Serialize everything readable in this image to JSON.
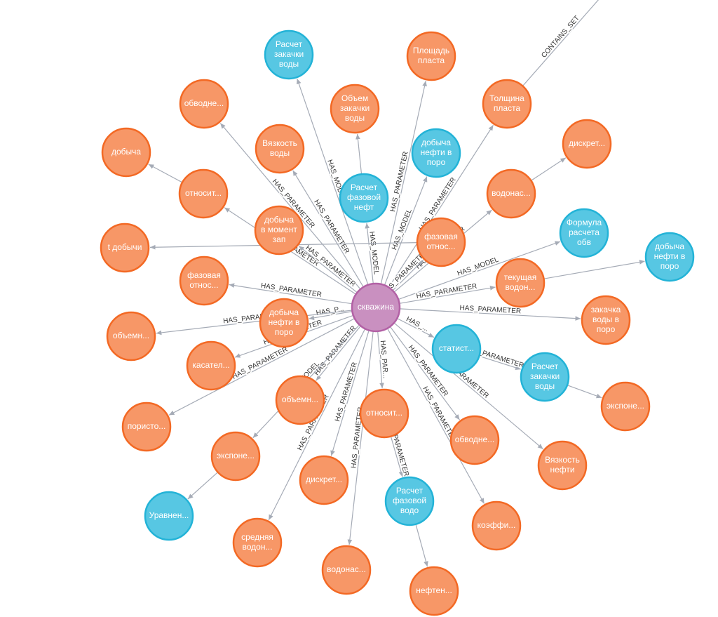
{
  "colors": {
    "center": "#c990c0",
    "center_stroke": "#b261a5",
    "model": "#57c7e3",
    "model_stroke": "#23b3d7",
    "param": "#f79767",
    "param_stroke": "#f36924",
    "edge": "#a5abb6"
  },
  "nodes": [
    {
      "id": "c",
      "lines": [
        "скважина"
      ],
      "kind": "center"
    },
    {
      "id": "n1",
      "lines": [
        "Расчет",
        "закачки",
        "воды"
      ],
      "kind": "model"
    },
    {
      "id": "n2",
      "lines": [
        "Площадь",
        "пласта"
      ],
      "kind": "param"
    },
    {
      "id": "n3",
      "lines": [
        "обводне..."
      ],
      "kind": "param"
    },
    {
      "id": "n4",
      "lines": [
        "Объем",
        "закачки",
        "воды"
      ],
      "kind": "param"
    },
    {
      "id": "n5",
      "lines": [
        "Толщина",
        "пласта"
      ],
      "kind": "param"
    },
    {
      "id": "n6",
      "lines": [
        "добыча"
      ],
      "kind": "param"
    },
    {
      "id": "n7",
      "lines": [
        "Вязкость",
        "воды"
      ],
      "kind": "param"
    },
    {
      "id": "n8",
      "lines": [
        "добыча",
        "нефти в",
        "поро"
      ],
      "kind": "model"
    },
    {
      "id": "n9",
      "lines": [
        "дискрет..."
      ],
      "kind": "param"
    },
    {
      "id": "n10",
      "lines": [
        "относит..."
      ],
      "kind": "param"
    },
    {
      "id": "n11",
      "lines": [
        "Расчет",
        "фазовой",
        "нефт"
      ],
      "kind": "model"
    },
    {
      "id": "n12",
      "lines": [
        "водонас..."
      ],
      "kind": "param"
    },
    {
      "id": "n13",
      "lines": [
        "добыча",
        "в момент",
        "зап"
      ],
      "kind": "param"
    },
    {
      "id": "n14",
      "lines": [
        "t добычи"
      ],
      "kind": "param"
    },
    {
      "id": "n15",
      "lines": [
        "Формула",
        "расчета",
        "обв"
      ],
      "kind": "model"
    },
    {
      "id": "n16",
      "lines": [
        "фазовая",
        "относ..."
      ],
      "kind": "param"
    },
    {
      "id": "n17",
      "lines": [
        "добыча",
        "нефти в",
        "поро"
      ],
      "kind": "model"
    },
    {
      "id": "n18",
      "lines": [
        "фазовая",
        "относ..."
      ],
      "kind": "param"
    },
    {
      "id": "n19",
      "lines": [
        "текущая",
        "водон..."
      ],
      "kind": "param"
    },
    {
      "id": "n20",
      "lines": [
        "добыча",
        "нефти в",
        "поро"
      ],
      "kind": "param"
    },
    {
      "id": "n21",
      "lines": [
        "закачка",
        "воды в",
        "поро"
      ],
      "kind": "param"
    },
    {
      "id": "n22",
      "lines": [
        "объемн..."
      ],
      "kind": "param"
    },
    {
      "id": "n23",
      "lines": [
        "статист..."
      ],
      "kind": "model"
    },
    {
      "id": "n24",
      "lines": [
        "касател..."
      ],
      "kind": "param"
    },
    {
      "id": "n25",
      "lines": [
        "Расчет",
        "закачки",
        "воды"
      ],
      "kind": "model"
    },
    {
      "id": "n26",
      "lines": [
        "объемн..."
      ],
      "kind": "param"
    },
    {
      "id": "n27",
      "lines": [
        "экспоне..."
      ],
      "kind": "param"
    },
    {
      "id": "n28",
      "lines": [
        "относит..."
      ],
      "kind": "param"
    },
    {
      "id": "n29",
      "lines": [
        "пористо..."
      ],
      "kind": "param"
    },
    {
      "id": "n30",
      "lines": [
        "обводне..."
      ],
      "kind": "param"
    },
    {
      "id": "n31",
      "lines": [
        "экспоне..."
      ],
      "kind": "param"
    },
    {
      "id": "n32",
      "lines": [
        "Вязкость",
        "нефти"
      ],
      "kind": "param"
    },
    {
      "id": "n33",
      "lines": [
        "дискрет..."
      ],
      "kind": "param"
    },
    {
      "id": "n34",
      "lines": [
        "Уравнен..."
      ],
      "kind": "model"
    },
    {
      "id": "n35",
      "lines": [
        "Расчет",
        "фазовой",
        "водо"
      ],
      "kind": "model"
    },
    {
      "id": "n36",
      "lines": [
        "коэффи..."
      ],
      "kind": "param"
    },
    {
      "id": "n37",
      "lines": [
        "средняя",
        "водон..."
      ],
      "kind": "param"
    },
    {
      "id": "n38",
      "lines": [
        "водонас..."
      ],
      "kind": "param"
    },
    {
      "id": "n39",
      "lines": [
        "нефтен..."
      ],
      "kind": "param"
    }
  ],
  "edges": [
    {
      "from": "c",
      "to": "n1",
      "label": "HAS_MODEL"
    },
    {
      "from": "c",
      "to": "n2",
      "label": "HAS_PARAMETER"
    },
    {
      "from": "c",
      "to": "n3",
      "label": "HAS_PARAMETER"
    },
    {
      "from": "n11",
      "to": "n4",
      "label": ""
    },
    {
      "from": "c",
      "to": "n5",
      "label": "HAS_PARAMETER"
    },
    {
      "from": "n10",
      "to": "n6",
      "label": ""
    },
    {
      "from": "c",
      "to": "n7",
      "label": "HAS_PARAMETER"
    },
    {
      "from": "c",
      "to": "n8",
      "label": "HAS_MODEL"
    },
    {
      "from": "n12",
      "to": "n9",
      "label": ""
    },
    {
      "from": "c",
      "to": "n10",
      "label": "HAS_PARAMETER"
    },
    {
      "from": "c",
      "to": "n11",
      "label": "HAS_MODEL"
    },
    {
      "from": "c",
      "to": "n12",
      "label": "HAS_PARAMETER"
    },
    {
      "from": "c",
      "to": "n13",
      "label": "HAS_PARAMETER"
    },
    {
      "from": "n16",
      "to": "n14",
      "label": ""
    },
    {
      "from": "c",
      "to": "n15",
      "label": "HAS_MODEL"
    },
    {
      "from": "c",
      "to": "n16",
      "label": "HAS_PARAMETER"
    },
    {
      "from": "n19",
      "to": "n17",
      "label": ""
    },
    {
      "from": "c",
      "to": "n18",
      "label": "HAS_PARAMETER"
    },
    {
      "from": "c",
      "to": "n19",
      "label": "HAS_PARAMETER"
    },
    {
      "from": "c",
      "to": "n20",
      "label": "HAS_P..."
    },
    {
      "from": "c",
      "to": "n21",
      "label": "HAS_PARAMETER"
    },
    {
      "from": "c",
      "to": "n22",
      "label": "HAS_PARAMETER"
    },
    {
      "from": "c",
      "to": "n23",
      "label": "HAS_..."
    },
    {
      "from": "c",
      "to": "n24",
      "label": "HAS_PARAMETER"
    },
    {
      "from": "n23",
      "to": "n25",
      "label": "_PARAMETER"
    },
    {
      "from": "c",
      "to": "n26",
      "label": "HAS_PARAMETER"
    },
    {
      "from": "n25",
      "to": "n27",
      "label": ""
    },
    {
      "from": "c",
      "to": "n28",
      "label": "HAS_PAR..."
    },
    {
      "from": "c",
      "to": "n29",
      "label": "HAS_PARAMETER"
    },
    {
      "from": "c",
      "to": "n30",
      "label": "HAS_PARAMETER"
    },
    {
      "from": "c",
      "to": "n31",
      "label": "HAS_MODEL"
    },
    {
      "from": "c",
      "to": "n32",
      "label": "PARAMETER"
    },
    {
      "from": "c",
      "to": "n33",
      "label": "HAS_PARAMETER"
    },
    {
      "from": "n31",
      "to": "n34",
      "label": ""
    },
    {
      "from": "n28",
      "to": "n35",
      "label": "PARAMETER"
    },
    {
      "from": "c",
      "to": "n36",
      "label": "HAS_PARAMETER"
    },
    {
      "from": "c",
      "to": "n37",
      "label": "HAS_PARAMETER"
    },
    {
      "from": "c",
      "to": "n38",
      "label": "HAS_PARAMETER"
    },
    {
      "from": "n35",
      "to": "n39",
      "label": ""
    },
    {
      "from": "n5",
      "to": "offscreen",
      "label": "CONTAINS_SET"
    }
  ]
}
